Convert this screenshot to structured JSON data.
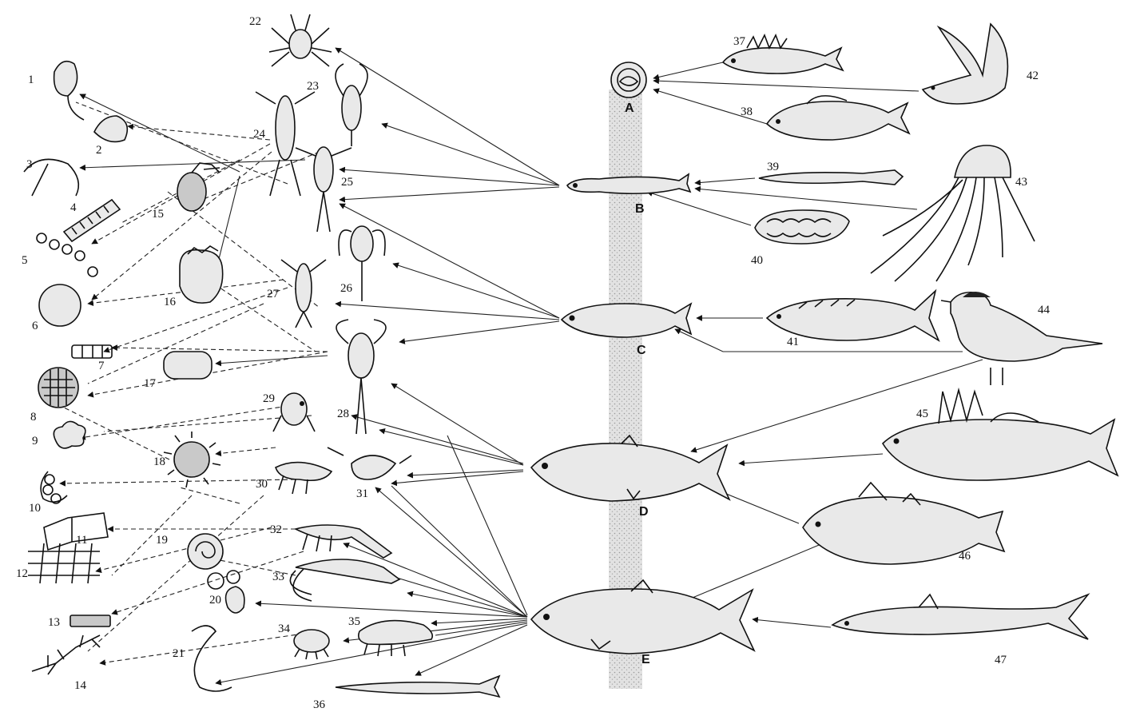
{
  "diagram": {
    "fish_labels": [
      "A",
      "B",
      "C",
      "D",
      "E"
    ],
    "organism_numbers": [
      "1",
      "2",
      "3",
      "4",
      "5",
      "6",
      "7",
      "8",
      "9",
      "10",
      "11",
      "12",
      "13",
      "14",
      "15",
      "16",
      "17",
      "18",
      "19",
      "20",
      "21",
      "22",
      "23",
      "24",
      "25",
      "26",
      "27",
      "28",
      "29",
      "30",
      "31",
      "32",
      "33",
      "34",
      "35",
      "36",
      "37",
      "38",
      "39",
      "40",
      "41",
      "42",
      "43",
      "44",
      "45",
      "46",
      "47"
    ],
    "icons": {
      "egg": "fish-egg-icon",
      "larva": "fish-larva-icon",
      "fish": "fish-icon",
      "bird": "bird-icon",
      "jellyfish": "jellyfish-icon",
      "copepod": "copepod-icon",
      "phytoplankton": "phytoplankton-icon",
      "shrimp": "shrimp-icon",
      "worm": "worm-icon"
    },
    "colors": {
      "ink": "#111111",
      "water_column": "#d4d4d4"
    }
  }
}
